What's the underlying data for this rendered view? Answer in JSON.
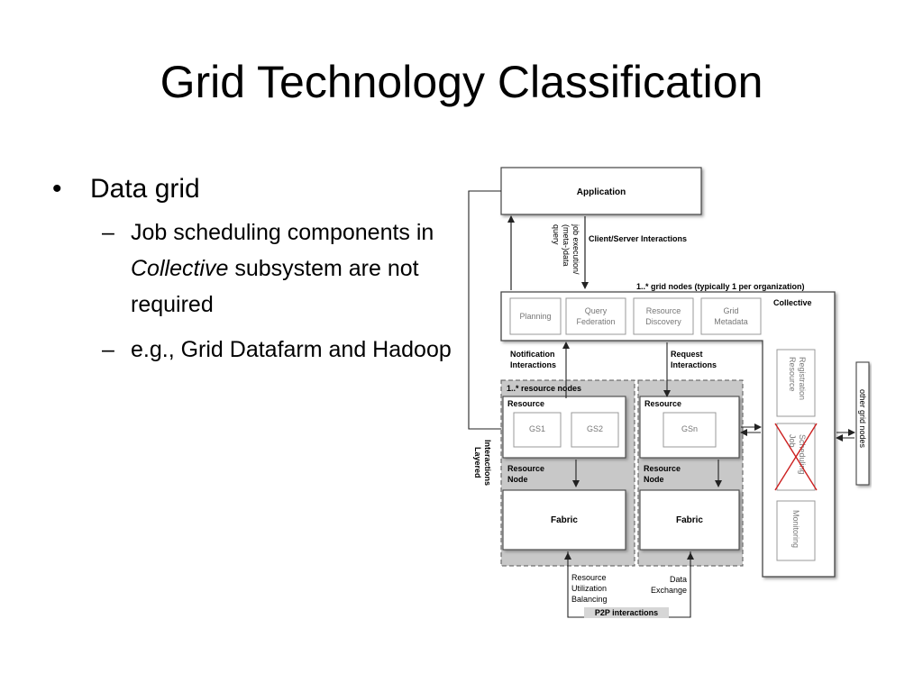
{
  "slide": {
    "title": "Grid Technology Classification",
    "bullets": [
      {
        "marker": "•",
        "text": "Data grid"
      },
      {
        "marker": "–",
        "text_before": "Job scheduling components in ",
        "emphasis": "Collective",
        "text_after": " subsystem are not required"
      },
      {
        "marker": "–",
        "text": "e.g., Grid Datafarm and Hadoop"
      }
    ]
  },
  "diagram": {
    "application": "Application",
    "client_server": "Client/Server Interactions",
    "job_query_lines": [
      "job execution/",
      "(meta-)data",
      "query"
    ],
    "grid_nodes_label": "1..* grid nodes (typically 1 per organization)",
    "collective": "Collective",
    "services": [
      [
        "Planning"
      ],
      [
        "Query",
        "Federation"
      ],
      [
        "Resource",
        "Discovery"
      ],
      [
        "Grid",
        "Metadata"
      ]
    ],
    "notification": [
      "Notification",
      "Interactions"
    ],
    "request": [
      "Request",
      "Interactions"
    ],
    "resource_nodes_label": "1..* resource nodes",
    "resource": "Resource",
    "gs1": "GS1",
    "gs2": "GS2",
    "gsn": "GSn",
    "resource_node": [
      "Resource",
      "Node"
    ],
    "fabric": "Fabric",
    "layered": [
      "Layered",
      "Interactions"
    ],
    "resource_registration": [
      "Resource",
      "Registration"
    ],
    "job_scheduling": [
      "Job",
      "Scheduling"
    ],
    "monitoring": "Monitoring",
    "other_grid_nodes": "other grid nodes",
    "rub": [
      "Resource",
      "Utilization",
      "Balancing"
    ],
    "data_exchange": [
      "Data",
      "Exchange"
    ],
    "p2p": "P2P interactions",
    "cross_color": "#cc2020"
  }
}
